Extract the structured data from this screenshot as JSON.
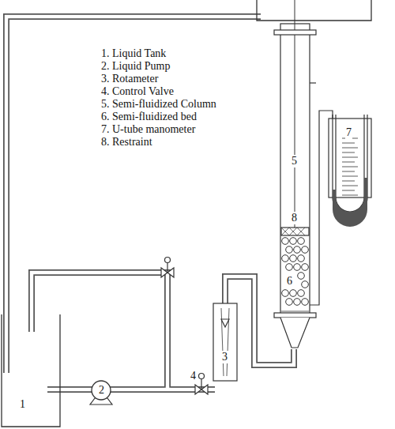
{
  "diagram": {
    "labels": [
      "1. Liquid Tank",
      "2. Liquid Pump",
      "3. Rotameter",
      "4. Control Valve",
      "5. Semi-fluidized Column",
      "6. Semi-fluidized bed",
      "7. U-tube manometer",
      "8. Restraint",
      "1",
      "2",
      "3",
      "4",
      "5",
      "6",
      "7",
      "8"
    ]
  }
}
